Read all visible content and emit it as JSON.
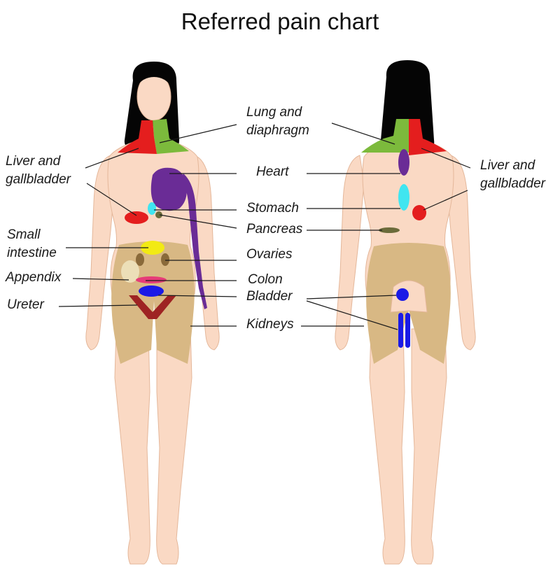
{
  "title": "Referred pain chart",
  "colors": {
    "skin": "#fad9c4",
    "skin_outline": "#e4b79a",
    "hair": "#050505",
    "shorts": "#d8b884",
    "liver": "#e41e1e",
    "lung": "#7cba3c",
    "heart": "#6a2c96",
    "stomach": "#40e5f0",
    "pancreas": "#6b6b3a",
    "small_intestine": "#f2ea14",
    "ovaries": "#8a6a3a",
    "appendix": "#ecdfb8",
    "colon": "#e63c78",
    "bladder": "#1a1ae6",
    "ureter": "#9e2323",
    "line": "#1a1a1a"
  },
  "labels": {
    "lung": [
      "Lung and",
      "diaphragm"
    ],
    "liver_left": [
      "Liver and",
      "gallbladder"
    ],
    "liver_right": [
      "Liver and",
      "gallbladder"
    ],
    "heart": "Heart",
    "stomach": "Stomach",
    "pancreas": "Pancreas",
    "small_intestine": [
      "Small",
      "intestine"
    ],
    "ovaries": "Ovaries",
    "appendix": "Appendix",
    "colon": "Colon",
    "ureter": "Ureter",
    "bladder": "Bladder",
    "kidneys": "Kidneys"
  }
}
